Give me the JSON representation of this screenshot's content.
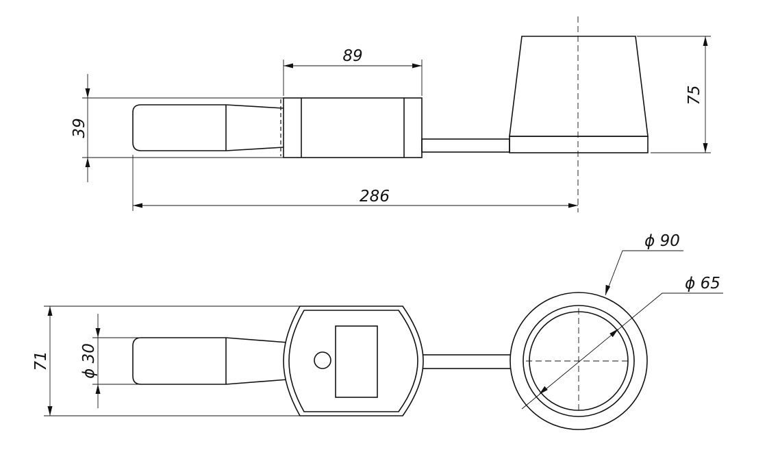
{
  "dimensions": {
    "width_89": "89",
    "height_39": "39",
    "height_75": "75",
    "length_286": "286",
    "width_71": "71",
    "diameter_30": "ϕ 30",
    "diameter_90": "ϕ 90",
    "diameter_65": "ϕ 65"
  }
}
